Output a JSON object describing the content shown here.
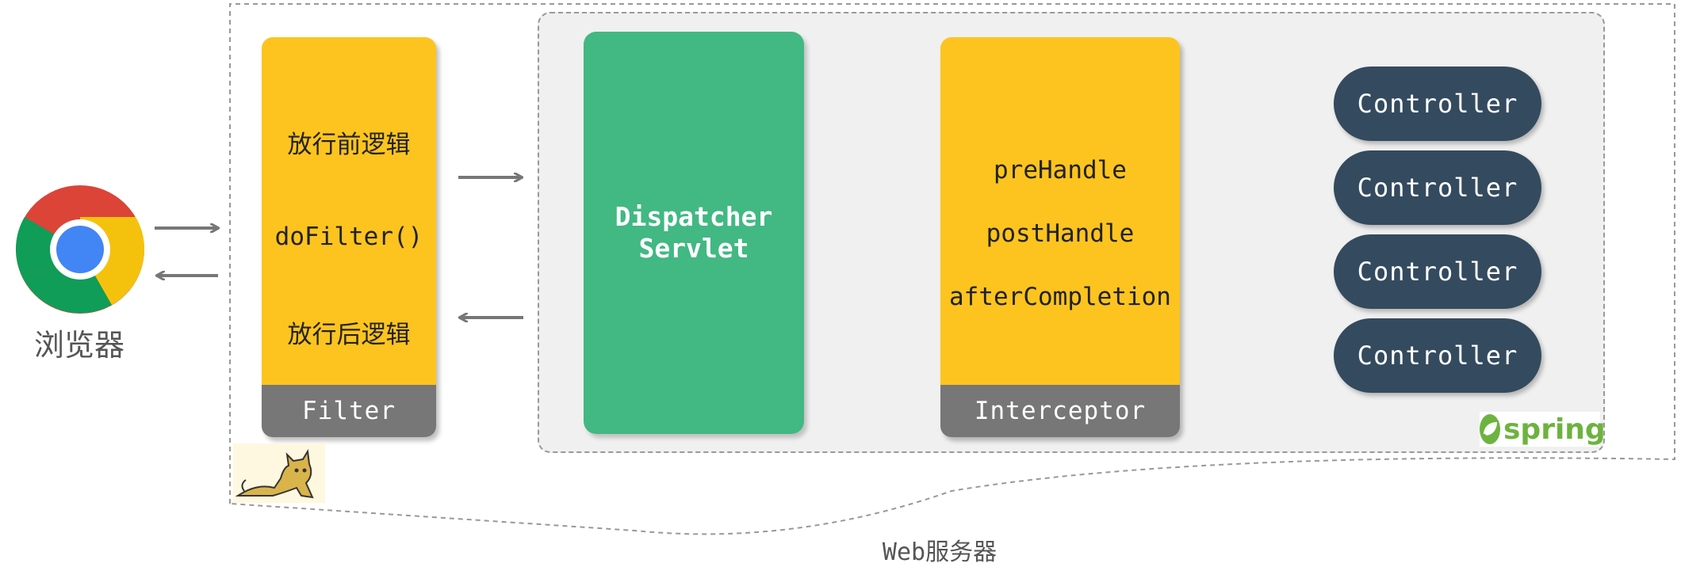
{
  "browser": {
    "label": "浏览器",
    "icon": "chrome-icon"
  },
  "filter": {
    "before": "放行前逻辑",
    "call": "doFilter()",
    "after": "放行后逻辑",
    "footer": "Filter"
  },
  "dispatcher": {
    "line1": "Dispatcher",
    "line2": "Servlet"
  },
  "interceptor": {
    "pre": "preHandle",
    "post": "postHandle",
    "after": "afterCompletion",
    "footer": "Interceptor"
  },
  "controllers": [
    "Controller",
    "Controller",
    "Controller",
    "Controller"
  ],
  "spring_logo": {
    "text": "spring",
    "color": "#6db33f"
  },
  "tomcat_logo": {
    "icon": "tomcat-icon"
  },
  "web_server": {
    "label": "Web服务器"
  },
  "colors": {
    "filter_yellow": "#fdc41f",
    "dispatcher_green": "#42b883",
    "controller_navy": "#344a5e",
    "footer_gray": "#777777"
  }
}
